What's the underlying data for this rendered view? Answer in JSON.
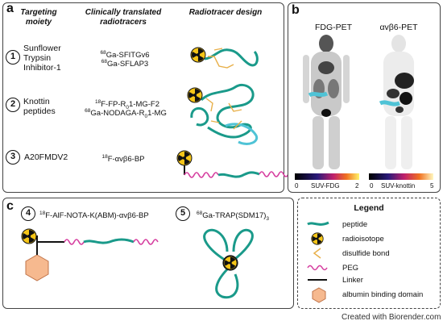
{
  "panel_a": {
    "label": "a",
    "headers": {
      "moiety": "Targeting moiety",
      "clinical": "Clinically translated radiotracers",
      "design": "Radiotracer design"
    },
    "rows": [
      {
        "num": "1",
        "moiety": "Sunflower Trypsin Inhibitor-1",
        "tracers": [
          {
            "iso": "68",
            "name": "Ga-SFITGv6"
          },
          {
            "iso": "68",
            "name": "Ga-SFLAP3"
          }
        ]
      },
      {
        "num": "2",
        "moiety": "Knottin peptides",
        "tracers": [
          {
            "iso": "18",
            "name": "F-FP-R",
            "sub": "0",
            "rest": "1-MG-F2"
          },
          {
            "iso": "68",
            "name": "Ga-NODAGA-R",
            "sub": "0",
            "rest": "1-MG"
          }
        ]
      },
      {
        "num": "3",
        "moiety": "A20FMDV2",
        "tracers": [
          {
            "iso": "18",
            "name": "F-αvβ6-BP"
          }
        ]
      }
    ]
  },
  "panel_b": {
    "label": "b",
    "left_title": "FDG-PET",
    "right_title": "αvβ6-PET",
    "left_scale": {
      "min": "0",
      "max": "2",
      "label": "SUV-FDG"
    },
    "right_scale": {
      "min": "0",
      "max": "5",
      "label": "SUV-knottin"
    }
  },
  "panel_c": {
    "label": "c",
    "item4": {
      "num": "4",
      "iso": "18",
      "name": "F-AlF-NOTA-K(ABM)-αvβ6-BP"
    },
    "item5": {
      "num": "5",
      "iso": "68",
      "name": "Ga-TRAP(SDM17)",
      "sub": "3"
    }
  },
  "legend": {
    "title": "Legend",
    "items": [
      "peptide",
      "radioisotope",
      "disulfide bond",
      "PEG",
      "Linker",
      "albumin binding domain"
    ]
  },
  "footer": "Created with Biorender.com",
  "colors": {
    "peptide": "#1a9a8a",
    "disulfide": "#e8b04a",
    "peg": "#d63fa0",
    "albumin": "#f6b98f",
    "cyan": "#4fc3d6"
  }
}
